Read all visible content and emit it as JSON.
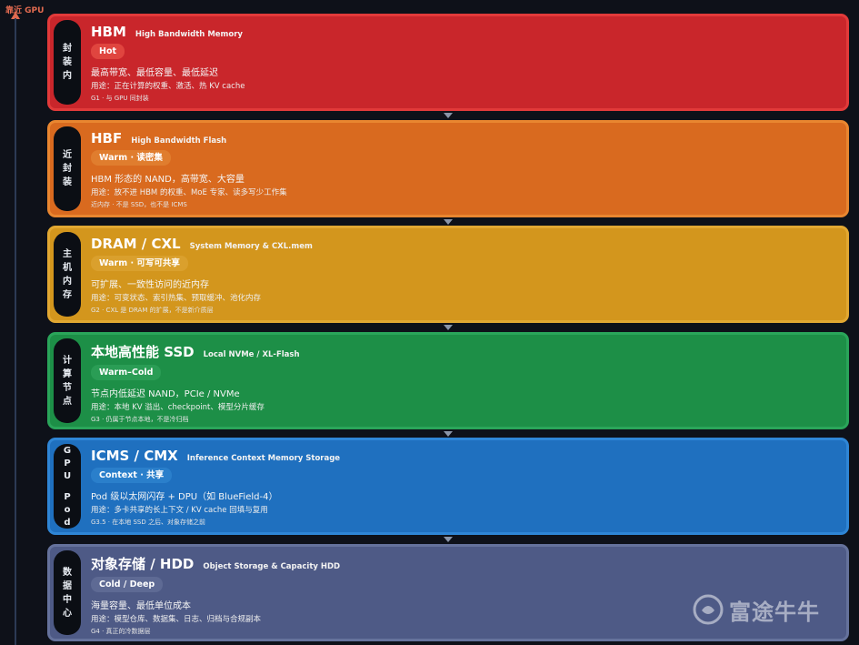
{
  "axis": {
    "label": "靠近 GPU"
  },
  "tiers": [
    {
      "side": [
        "封",
        "装",
        "内"
      ],
      "title": "HBM",
      "subtitle": "High Bandwidth Memory",
      "badge": "Hot",
      "desc": "最高带宽、最低容量、最低延迟",
      "use": "用途：正在计算的权重、激活、热 KV cache",
      "meta": "G1 · 与 GPU 同封装",
      "color": "#c9262b",
      "border": "#e23a3a",
      "badge_color": "#e0453f"
    },
    {
      "side": [
        "近",
        "封",
        "装"
      ],
      "title": "HBF",
      "subtitle": "High Bandwidth Flash",
      "badge": "Warm · 读密集",
      "desc": "HBM 形态的 NAND，高带宽、大容量",
      "use": "用途：放不进 HBM 的权重、MoE 专家、读多写少工作集",
      "meta": "近内存 · 不是 SSD，也不是 ICMS",
      "color": "#d96a1f",
      "border": "#e98630",
      "badge_color": "#e07d2e"
    },
    {
      "side": [
        "主",
        "机",
        "内",
        "存"
      ],
      "title": "DRAM / CXL",
      "subtitle": "System Memory & CXL.mem",
      "badge": "Warm · 可写可共享",
      "desc": "可扩展、一致性访问的近内存",
      "use": "用途：可变状态、索引热集、预取缓冲、池化内存",
      "meta": "G2 · CXL 是 DRAM 的扩展，不是新介质层",
      "color": "#d3961d",
      "border": "#e2a832",
      "badge_color": "#daa02d"
    },
    {
      "side": [
        "计",
        "算",
        "节",
        "点"
      ],
      "title": "本地高性能 SSD",
      "subtitle": "Local NVMe / XL-Flash",
      "badge": "Warm–Cold",
      "desc": "节点内低延迟 NAND，PCIe / NVMe",
      "use": "用途：本地 KV 溢出、checkpoint、模型分片缓存",
      "meta": "G3 · 仍属于节点本地，不是冷归档",
      "color": "#1d8f47",
      "border": "#2aa55a",
      "badge_color": "#2a9d55"
    },
    {
      "side": [
        "G",
        "P",
        "U",
        "",
        "P",
        "o",
        "d"
      ],
      "title": "ICMS / CMX",
      "subtitle": "Inference Context Memory Storage",
      "badge": "Context · 共享",
      "desc": "Pod 级以太网闪存 + DPU（如 BlueField-4）",
      "use": "用途：多卡共享的长上下文 / KV cache 回填与复用",
      "meta": "G3.5 · 在本地 SSD 之后、对象存储之前",
      "color": "#1f70bf",
      "border": "#2f86d6",
      "badge_color": "#2a7fcb"
    },
    {
      "side": [
        "数",
        "据",
        "中",
        "心"
      ],
      "title": "对象存储 / HDD",
      "subtitle": "Object Storage & Capacity HDD",
      "badge": "Cold / Deep",
      "desc": "海量容量、最低单位成本",
      "use": "用途：模型仓库、数据集、日志、归档与合规副本",
      "meta": "G4 · 真正的冷数据层",
      "color": "#4e5a86",
      "border": "#65729c",
      "badge_color": "#5e6a94"
    }
  ],
  "watermark": {
    "text": "富途牛牛"
  }
}
